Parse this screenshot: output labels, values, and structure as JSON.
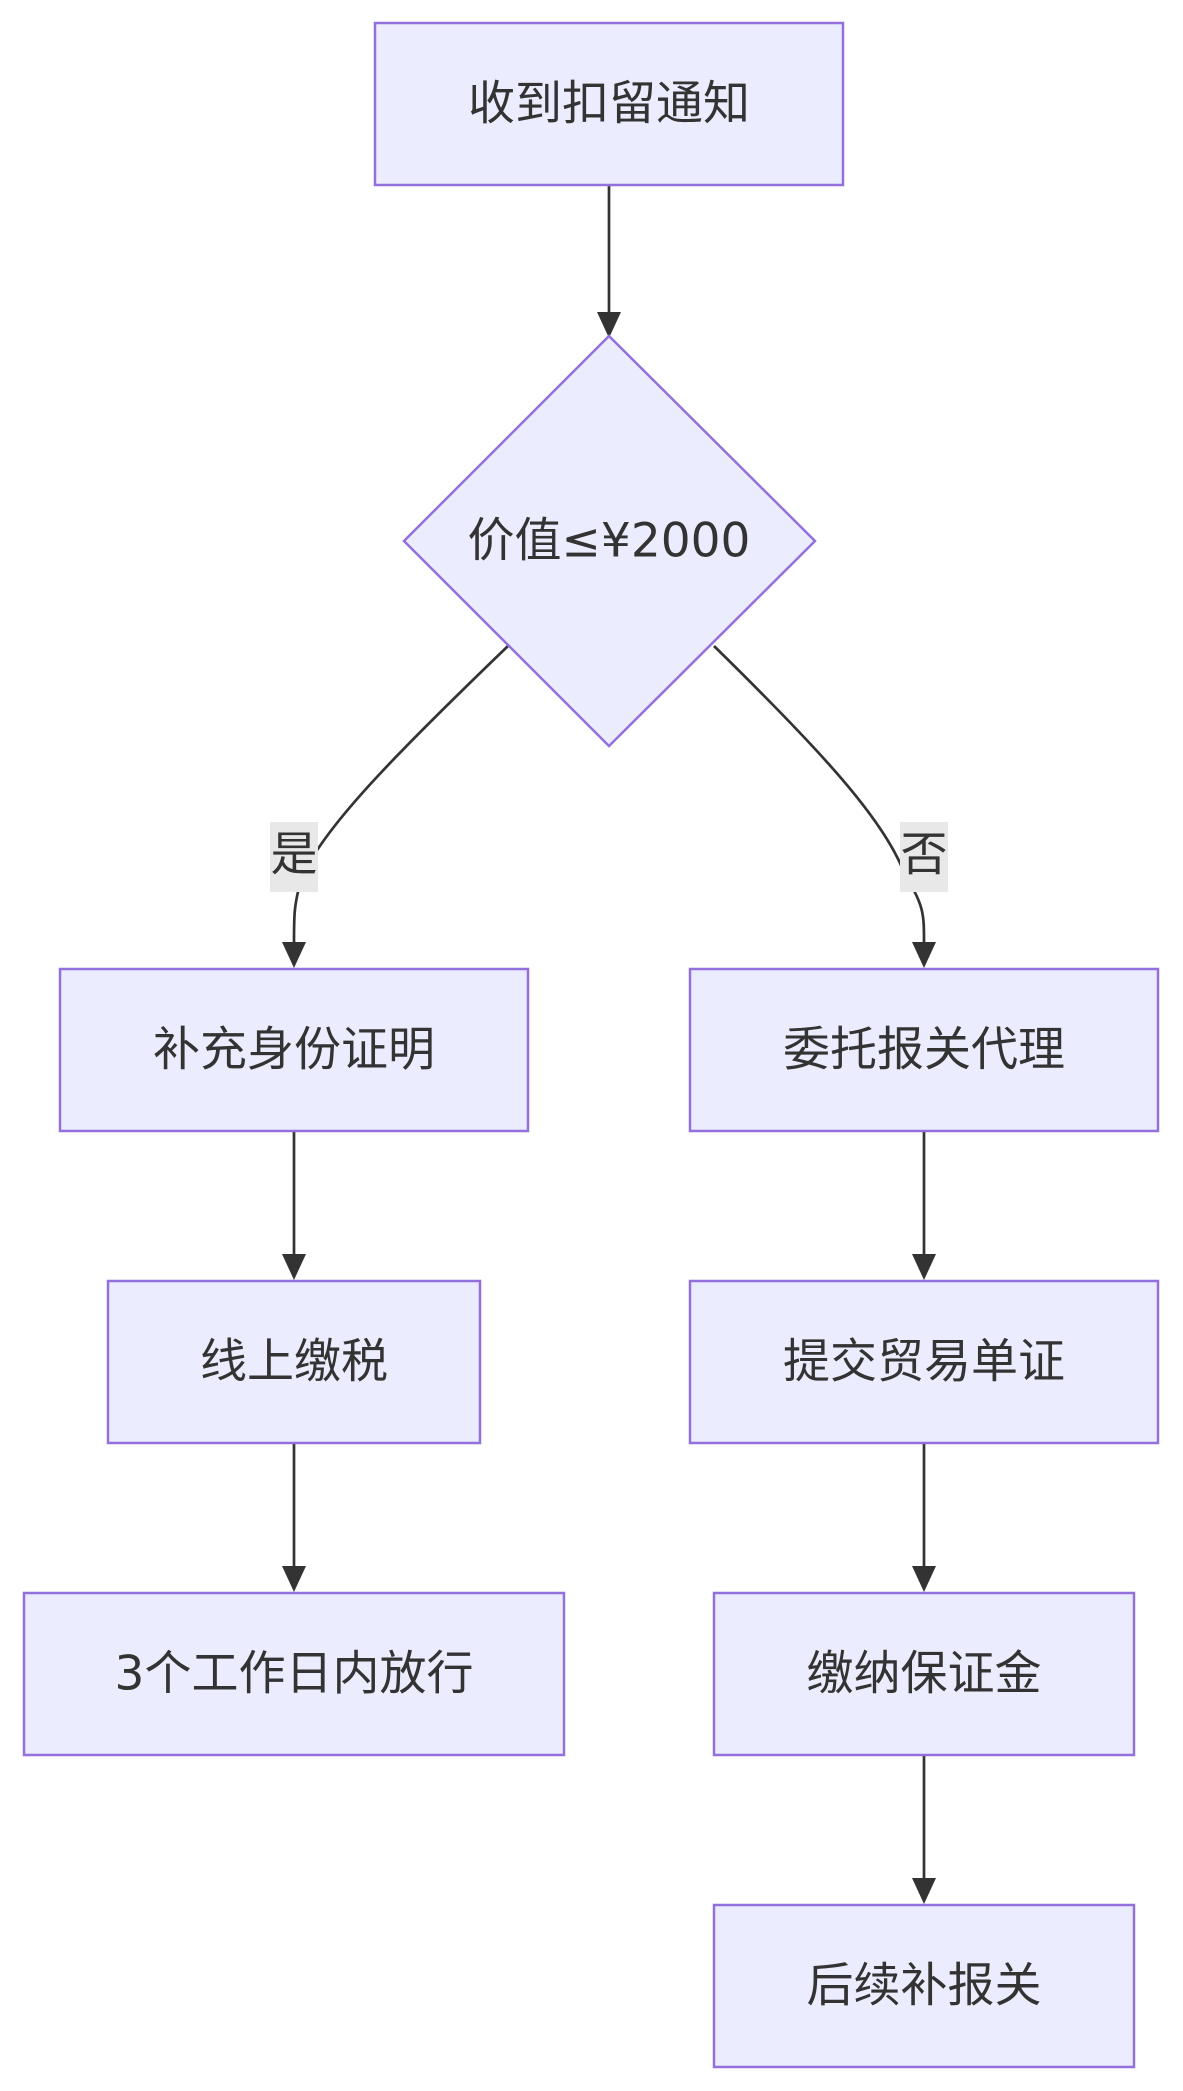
{
  "nodes": {
    "start": "收到扣留通知",
    "decision": "价值≤¥2000",
    "id_proof": "补充身份证明",
    "online_tax": "线上缴税",
    "release": "3个工作日内放行",
    "agent": "委托报关代理",
    "trade_docs": "提交贸易单证",
    "deposit": "缴纳保证金",
    "follow_up": "后续补报关"
  },
  "edge_labels": {
    "yes": "是",
    "no": "否"
  },
  "colors": {
    "node_fill": "#ECECFF",
    "node_stroke": "#9370DB",
    "edge": "#333333",
    "text": "#333333",
    "label_bg": "#E8E8E8"
  }
}
